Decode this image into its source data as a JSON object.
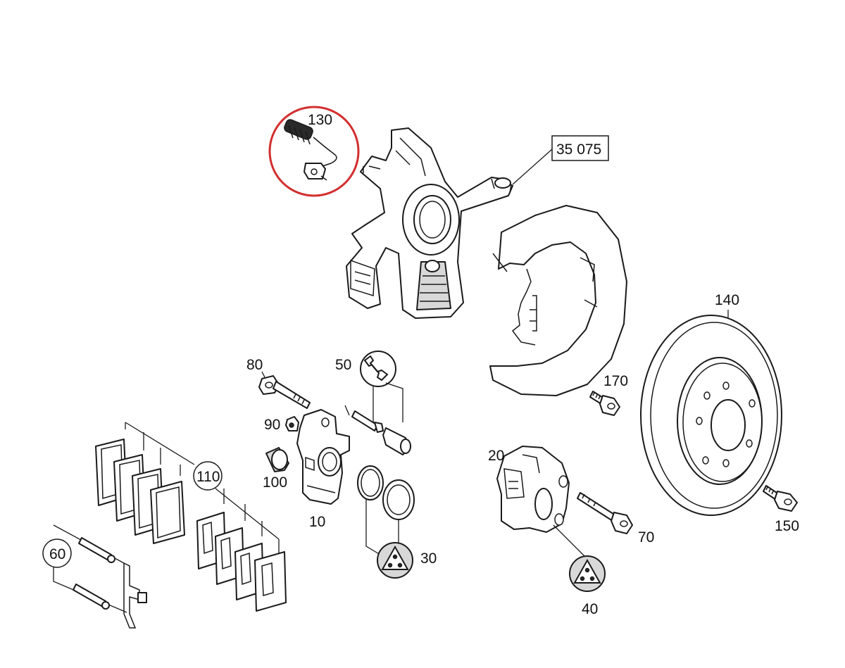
{
  "diagram": {
    "labels": {
      "p10": "10",
      "p20": "20",
      "p30": "30",
      "p40": "40",
      "p50": "50",
      "p60": "60",
      "p70": "70",
      "p80": "80",
      "p90": "90",
      "p100": "100",
      "p110": "110",
      "p130": "130",
      "p140": "140",
      "p150": "150",
      "p170": "170",
      "ref": "35 075"
    },
    "highlight_color": "#d32f2f",
    "line_color": "#1a1a1a",
    "icons": [
      "wrench-icon",
      "grease-icon"
    ]
  }
}
